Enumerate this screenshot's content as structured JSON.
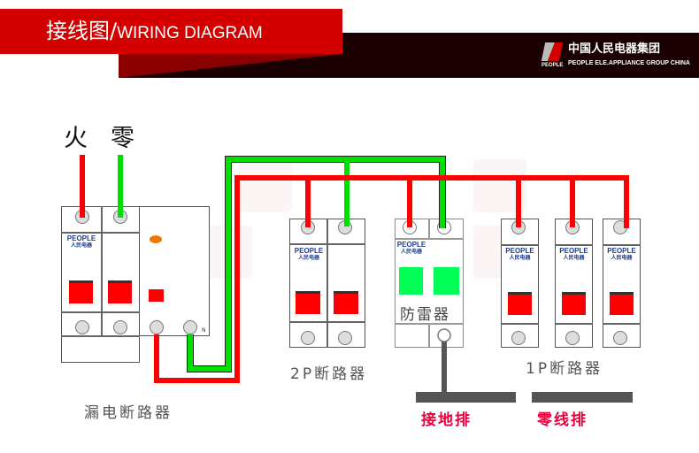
{
  "header": {
    "title_cn": "接线图",
    "title_sep": "/",
    "title_en": "WIRING DIAGRAM",
    "brand_cn": "中国人民电器集团",
    "brand_en": "PEOPLE ELE.APPLIANCE GROUP CHINA",
    "brand_mark": "PEOPLE"
  },
  "colors": {
    "header_red": "#d40000",
    "header_dark": "#1a0000",
    "live_wire": "#ff0000",
    "neutral_wire": "#00e000",
    "ground": "#555555",
    "label_red": "#e8003a"
  },
  "diagram": {
    "live_label": "火",
    "neutral_label": "零",
    "brand": "PEOPLE",
    "brand_cn": "人民电器",
    "rcbo_label": "漏电断路器",
    "rcbo_n": "N",
    "mcb2p_label": "2P断路器",
    "spd_label": "防雷器",
    "mcb1p_label": "1P断路器",
    "ground_bar_label": "接地排",
    "neutral_bar_label": "零线排"
  }
}
